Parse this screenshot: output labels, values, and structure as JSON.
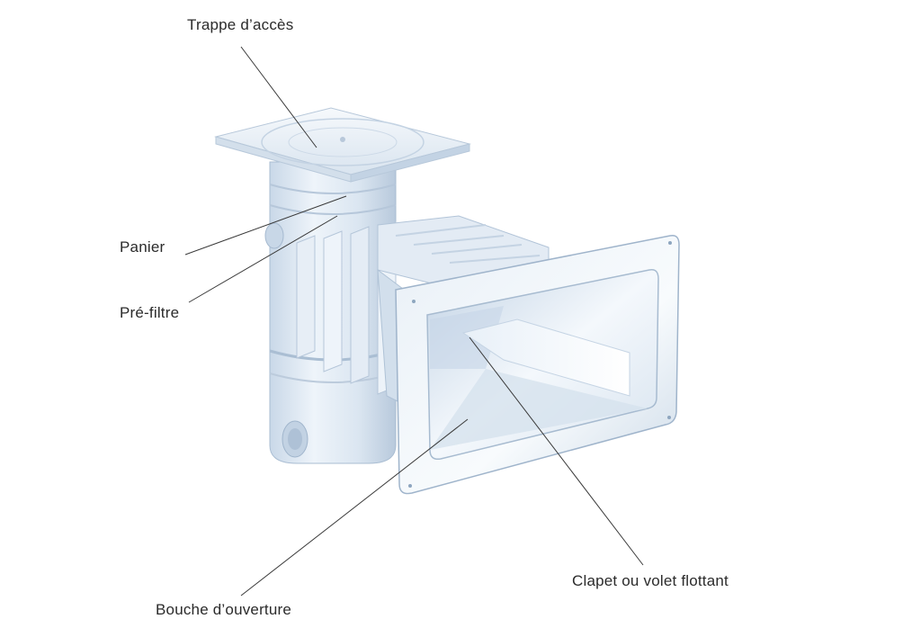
{
  "labels": {
    "trappe": "Trappe d’accès",
    "panier": "Panier",
    "prefiltre": "Pré-filtre",
    "clapet": "Clapet ou volet flottant",
    "bouche": "Bouche d’ouverture"
  },
  "colors": {
    "plastic_light": "#f2f7fc",
    "plastic_mid": "#dde8f3",
    "plastic_shadow": "#b9cadd",
    "plastic_dark": "#9fb4cb",
    "leader_line": "#3a3a3a",
    "text": "#2b2b2b"
  }
}
